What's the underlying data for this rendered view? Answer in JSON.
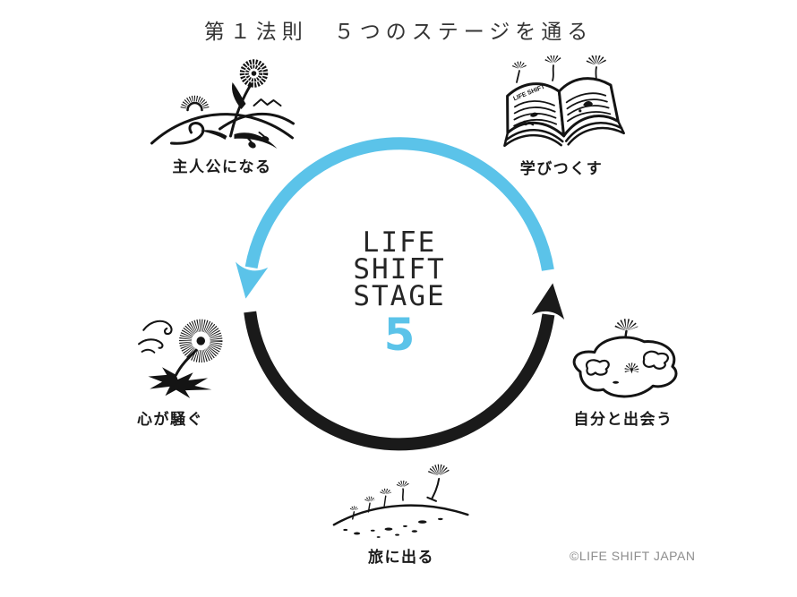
{
  "page": {
    "title": "第１法則　５つのステージを通る",
    "copyright": "©LIFE SHIFT JAPAN",
    "background": "#ffffff"
  },
  "center_logo": {
    "lines": [
      "LIFE",
      "SHIFT",
      "STAGE"
    ],
    "stage_number": "5"
  },
  "cycle": {
    "direction": "counterclockwise",
    "top_arc_color": "#5BC3E9",
    "bottom_arc_color": "#1A1A1A"
  },
  "stages": [
    {
      "label": "主人公になる",
      "icon": "dandelion-flower-hill-icon",
      "position": "top-left"
    },
    {
      "label": "学びつくす",
      "icon": "open-book-icon",
      "position": "top-right"
    },
    {
      "label": "心が騒ぐ",
      "icon": "dandelion-puff-wind-icon",
      "position": "left"
    },
    {
      "label": "自分と出会う",
      "icon": "island-seed-icon",
      "position": "right"
    },
    {
      "label": "旅に出る",
      "icon": "flying-seeds-icon",
      "position": "bottom"
    }
  ],
  "book": {
    "page_text": "LIFE SHIFT"
  },
  "colors": {
    "accent": "#5BC3E9",
    "ink": "#141414",
    "title_text": "#343434",
    "copyright_text": "#8D8D8D"
  }
}
